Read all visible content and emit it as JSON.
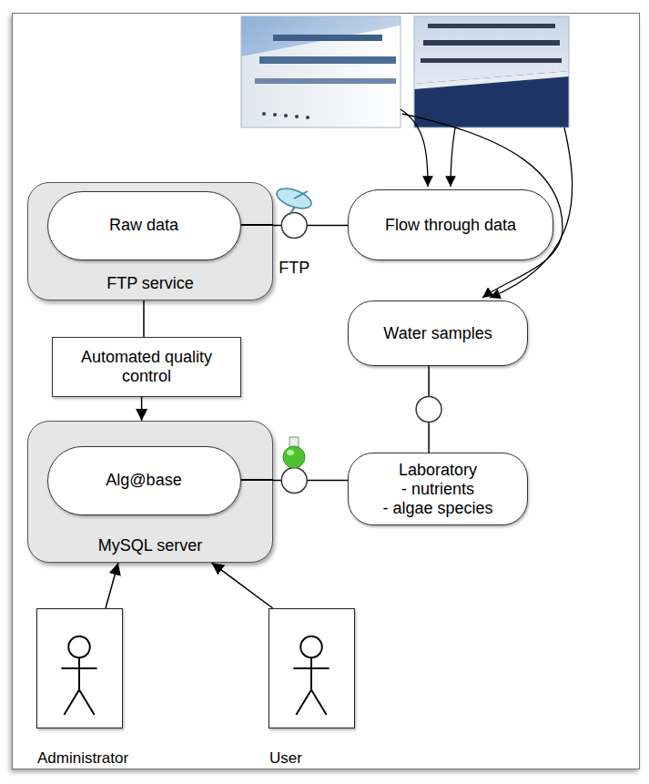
{
  "diagram": {
    "nodes": [
      {
        "text": [
          "FTP service"
        ]
      },
      {
        "text": [
          "Raw data"
        ],
        "in": 0
      },
      {
        "text": [
          "Flow through data"
        ]
      },
      {
        "text": [
          "Automated quality control"
        ]
      },
      {
        "text": [
          "Water samples"
        ]
      },
      {
        "text": [
          "MySQL server"
        ]
      },
      {
        "text": [
          "Alg@base"
        ],
        "in": 5
      },
      {
        "text": [
          "Laboratory - nutrients - algae species"
        ]
      },
      {
        "text": [
          "Administrator"
        ]
      },
      {
        "text": [
          "User"
        ]
      }
    ],
    "edges": [
      {
        "from": 1,
        "to": 2,
        "arrow": "none",
        "label": "FTP"
      },
      {
        "from": 0,
        "to": 3,
        "arrow": "none"
      },
      {
        "from": 3,
        "to": 5,
        "arrow": "to"
      },
      {
        "from": 4,
        "to": 7,
        "arrow": "none"
      },
      {
        "from": 6,
        "to": 7,
        "arrow": "none"
      },
      {
        "from": 8,
        "to": 5,
        "arrow": "to"
      },
      {
        "from": 9,
        "to": 5,
        "arrow": "to"
      }
    ]
  }
}
